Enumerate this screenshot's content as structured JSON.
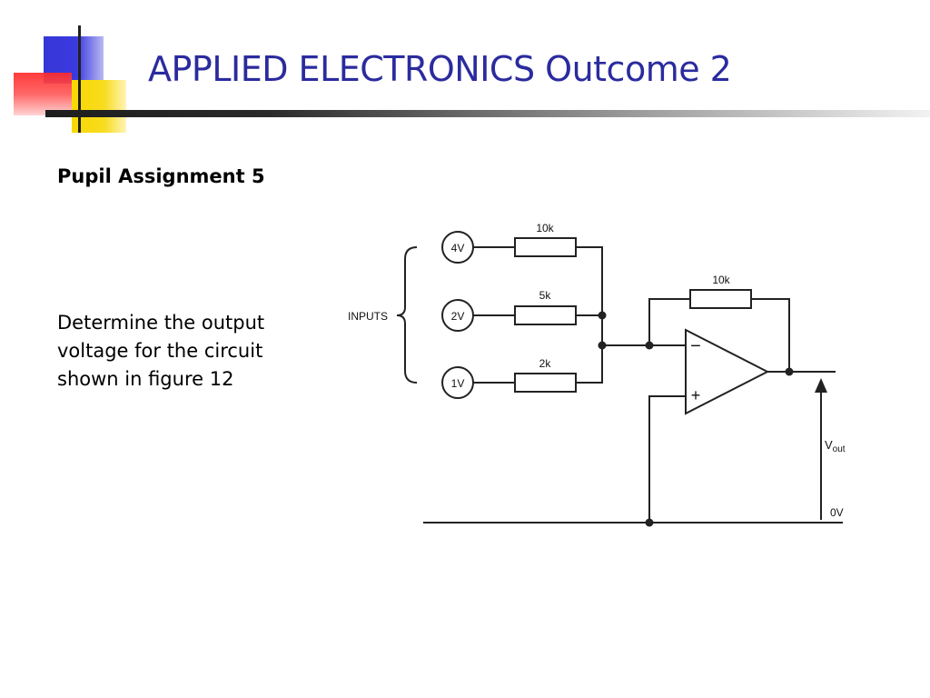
{
  "slide": {
    "title": "APPLIED ELECTRONICS Outcome 2",
    "subtitle": "Pupil Assignment 5",
    "body_lines": [
      "Determine the output",
      "voltage for the circuit",
      "shown in figure 12"
    ]
  },
  "circuit": {
    "inputs_label": "INPUTS",
    "sources": [
      "4V",
      "2V",
      "1V"
    ],
    "input_resistors": [
      "10k",
      "5k",
      "2k"
    ],
    "feedback_resistor": "10k",
    "opamp_inverting": "−",
    "opamp_noninverting": "+",
    "vout_main": "V",
    "vout_sub": "out",
    "ground_label": "0V"
  },
  "colors": {
    "title": "#2b2b9e",
    "wire": "#222222"
  }
}
